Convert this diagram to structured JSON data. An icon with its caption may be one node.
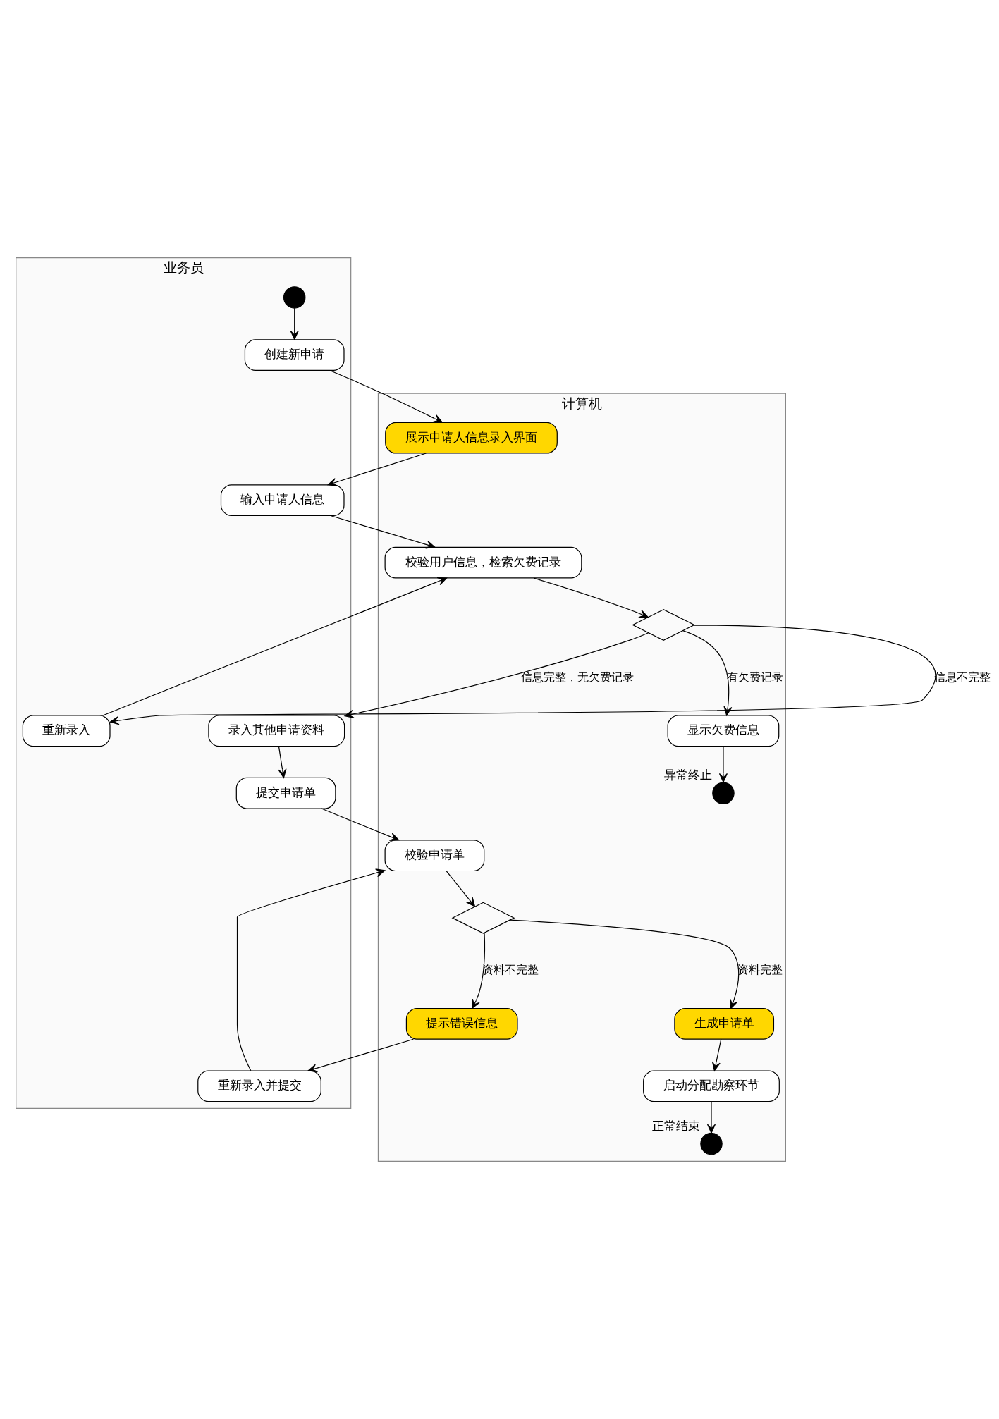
{
  "diagram": {
    "nodes": [
      {
        "text": [
          "业务员"
        ]
      },
      {
        "text": [
          "计算机"
        ]
      },
      {
        "text": [],
        "shape": "circle",
        "in": 0
      },
      {
        "text": [
          "创建新申请"
        ],
        "in": 0
      },
      {
        "text": [
          "展示申请人信息录入界面"
        ],
        "in": 1
      },
      {
        "text": [
          "输入申请人信息"
        ],
        "in": 0
      },
      {
        "text": [
          "校验用户信息，检索欠费记录"
        ],
        "in": 1
      },
      {
        "text": [
          "重新录入"
        ],
        "in": 0
      },
      {
        "text": [],
        "shape": "diamond",
        "in": 1
      },
      {
        "text": [
          "录入其他申请资料"
        ],
        "in": 0
      },
      {
        "text": [
          "显示欠费信息"
        ],
        "in": 1
      },
      {
        "text": [],
        "shape": "circle",
        "beside": [
          "异常终止"
        ],
        "in": 1
      },
      {
        "text": [
          "提交申请单"
        ],
        "in": 0
      },
      {
        "text": [
          "校验申请单"
        ],
        "in": 1
      },
      {
        "text": [],
        "shape": "diamond",
        "in": 1
      },
      {
        "text": [
          "重新录入并提交"
        ],
        "in": 0
      },
      {
        "text": [
          "提示错误信息"
        ],
        "in": 1
      },
      {
        "text": [
          "生成申请单"
        ],
        "in": 1
      },
      {
        "text": [
          "启动分配勘察环节"
        ],
        "in": 1
      },
      {
        "text": [],
        "shape": "circle",
        "beside": [
          "正常结束"
        ],
        "in": 1
      }
    ],
    "edges": [
      {
        "from": 2,
        "to": 3,
        "arrow": "to"
      },
      {
        "from": 3,
        "to": 4,
        "arrow": "to"
      },
      {
        "from": 4,
        "to": 5,
        "arrow": "to"
      },
      {
        "from": 5,
        "to": 6,
        "arrow": "to"
      },
      {
        "from": 7,
        "to": 6,
        "arrow": "to"
      },
      {
        "from": 6,
        "to": 8,
        "arrow": "to"
      },
      {
        "from": 8,
        "to": 7,
        "arrow": "to",
        "label": "信息不完整"
      },
      {
        "from": 8,
        "to": 9,
        "arrow": "to",
        "label": "信息完整，无欠费记录"
      },
      {
        "from": 8,
        "to": 10,
        "arrow": "to",
        "label": "有欠费记录"
      },
      {
        "from": 10,
        "to": 11,
        "arrow": "to"
      },
      {
        "from": 9,
        "to": 12,
        "arrow": "to"
      },
      {
        "from": 12,
        "to": 13,
        "arrow": "to"
      },
      {
        "from": 15,
        "to": 13,
        "arrow": "to"
      },
      {
        "from": 13,
        "to": 14,
        "arrow": "to"
      },
      {
        "from": 14,
        "to": 16,
        "arrow": "to",
        "label": "资料不完整"
      },
      {
        "from": 14,
        "to": 17,
        "arrow": "to",
        "label": "资料完整"
      },
      {
        "from": 16,
        "to": 15,
        "arrow": "to"
      },
      {
        "from": 17,
        "to": 18,
        "arrow": "to"
      },
      {
        "from": 18,
        "to": 19,
        "arrow": "to"
      }
    ]
  }
}
